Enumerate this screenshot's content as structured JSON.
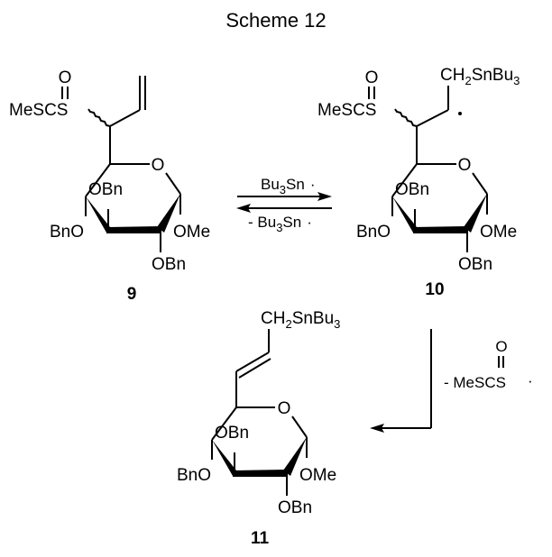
{
  "title": "Scheme 12",
  "compounds": [
    {
      "id": "9",
      "label": "9",
      "substituents": {
        "thio": "MeSCS",
        "thio_oxygen": "O",
        "ring_o": "O",
        "c4": "BnO",
        "c3": "OBn",
        "c2": "OBn",
        "c1": "OMe"
      }
    },
    {
      "id": "10",
      "label": "10",
      "substituents": {
        "thio": "MeSCS",
        "thio_oxygen": "O",
        "stannyl_prefix": "CH",
        "stannyl_sub": "2",
        "stannyl_mid": "SnBu",
        "stannyl_sub2": "3",
        "radical": "·",
        "ring_o": "O",
        "c4": "BnO",
        "c3": "OBn",
        "c2": "OBn",
        "c1": "OMe"
      }
    },
    {
      "id": "11",
      "label": "11",
      "substituents": {
        "stannyl_prefix": "CH",
        "stannyl_sub": "2",
        "stannyl_mid": "SnBu",
        "stannyl_sub2": "3",
        "ring_o": "O",
        "c4": "BnO",
        "c3": "OBn",
        "c2": "OBn",
        "c1": "OMe"
      }
    }
  ],
  "reactions": {
    "forward": {
      "prefix": "",
      "main": "Bu",
      "sub": "3",
      "tail": "Sn",
      "dot": "·"
    },
    "reverse": {
      "prefix": "- ",
      "main": "Bu",
      "sub": "3",
      "tail": "Sn",
      "dot": "·"
    },
    "fragmentation": {
      "prefix": "- MeSCS",
      "oxygen": "O",
      "dot": "·"
    }
  }
}
